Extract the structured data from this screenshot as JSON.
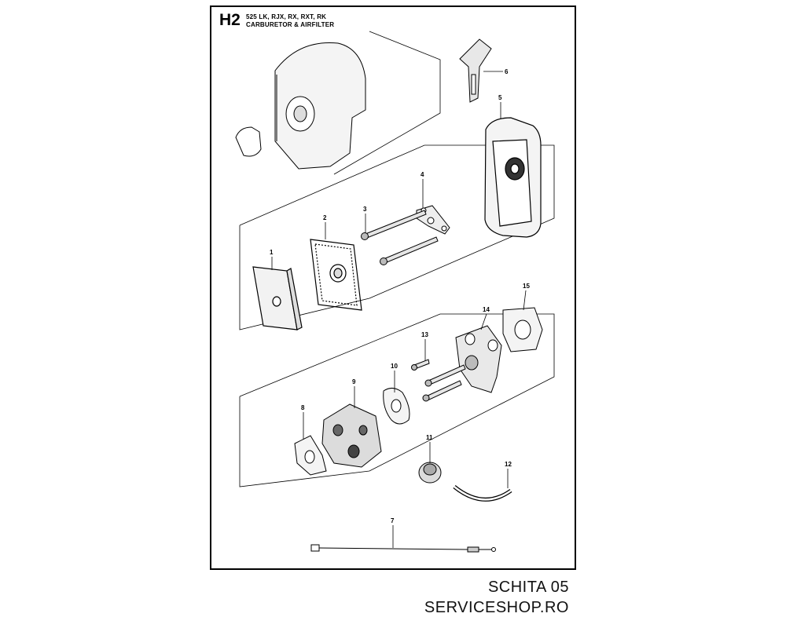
{
  "header": {
    "code": "H2",
    "models": "525 LK, RJX, RX, RXT, RK",
    "subtitle": "CARBURETOR & AIRFILTER"
  },
  "parts": [
    {
      "number": "1",
      "part": "air-filter"
    },
    {
      "number": "2",
      "part": "filter-holder-gasket"
    },
    {
      "number": "3",
      "part": "screw"
    },
    {
      "number": "4",
      "part": "bracket"
    },
    {
      "number": "5",
      "part": "filter-housing"
    },
    {
      "number": "6",
      "part": "choke-lever"
    },
    {
      "number": "7",
      "part": "throttle-wire"
    },
    {
      "number": "8",
      "part": "gasket"
    },
    {
      "number": "9",
      "part": "carburetor"
    },
    {
      "number": "10",
      "part": "gasket"
    },
    {
      "number": "11",
      "part": "primer-bulb"
    },
    {
      "number": "12",
      "part": "fuel-hose"
    },
    {
      "number": "13",
      "part": "screw"
    },
    {
      "number": "14",
      "part": "intake-adapter"
    },
    {
      "number": "15",
      "part": "gasket"
    }
  ],
  "footer": {
    "line1": "SCHITA 05",
    "line2": "SERVICESHOP.RO"
  }
}
